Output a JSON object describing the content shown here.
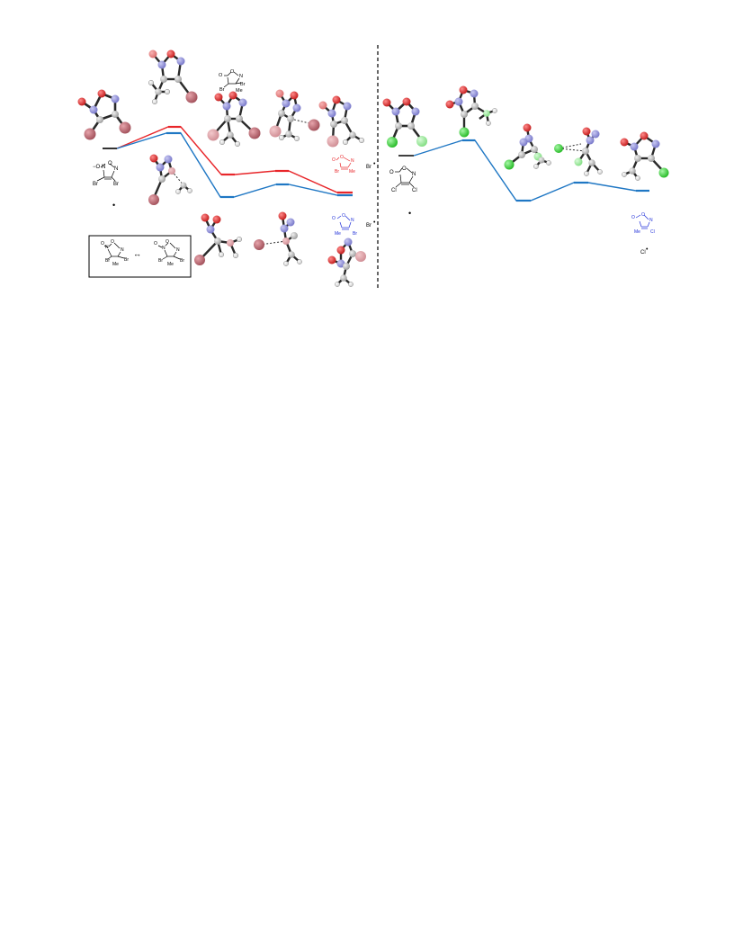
{
  "colors": {
    "red_path": "#e8262a",
    "blue_path": "#1f77c4",
    "bromine": "#b5606a",
    "bromine_light": "#d89aa0",
    "chlorine": "#3ed63e",
    "chlorine_light": "#8fe88f",
    "oxygen": "#d42a2a",
    "nitrogen": "#8f8fd8",
    "carbon": "#bdbdbd",
    "hydrogen": "#f2f2f2",
    "bond": "#2a2a2a"
  },
  "left_panel": {
    "start_structure": {
      "charge_o": "−O",
      "ring_o": "O",
      "ring_n_plus": "N",
      "ring_n": "N",
      "sub_1": "Br",
      "sub_2": "Br",
      "dot": "•"
    },
    "ts_structure": {
      "charge_o": "O",
      "ring_o": "O",
      "ring_n": "N",
      "sub_br1": "Br",
      "sub_br2": "Br",
      "sub_me": "Me"
    },
    "red_product": {
      "charge_o": "O",
      "ring_o": "O",
      "ring_n": "N",
      "sub_br": "Br",
      "sub_me": "Me"
    },
    "blue_product": {
      "charge_o": "O",
      "ring_o": "O",
      "ring_n": "N",
      "sub_me": "Me",
      "sub_br": "Br"
    },
    "radical_label": "Br",
    "radical_label_2": "Br",
    "resonance_box": {
      "left_o": "O",
      "left_ring_o": "O",
      "left_n": "N",
      "left_n2": "N",
      "left_br1": "Br",
      "left_br2": "Br",
      "left_me": "Me",
      "arrow": "↔",
      "right_o": "O",
      "right_ring_o": "O",
      "right_n": "N",
      "right_n2": "N",
      "right_br1": "Br",
      "right_br2": "Br",
      "right_me": "Me"
    }
  },
  "right_panel": {
    "start_structure": {
      "charge_o": "O",
      "ring_o": "O",
      "ring_n": "N",
      "sub_1": "Cl",
      "sub_2": "Cl",
      "dot": "•"
    },
    "blue_product": {
      "charge_o": "O",
      "ring_o": "O",
      "ring_n": "N",
      "sub_me": "Me",
      "sub_cl": "Cl"
    },
    "radical_label": "Cl"
  }
}
